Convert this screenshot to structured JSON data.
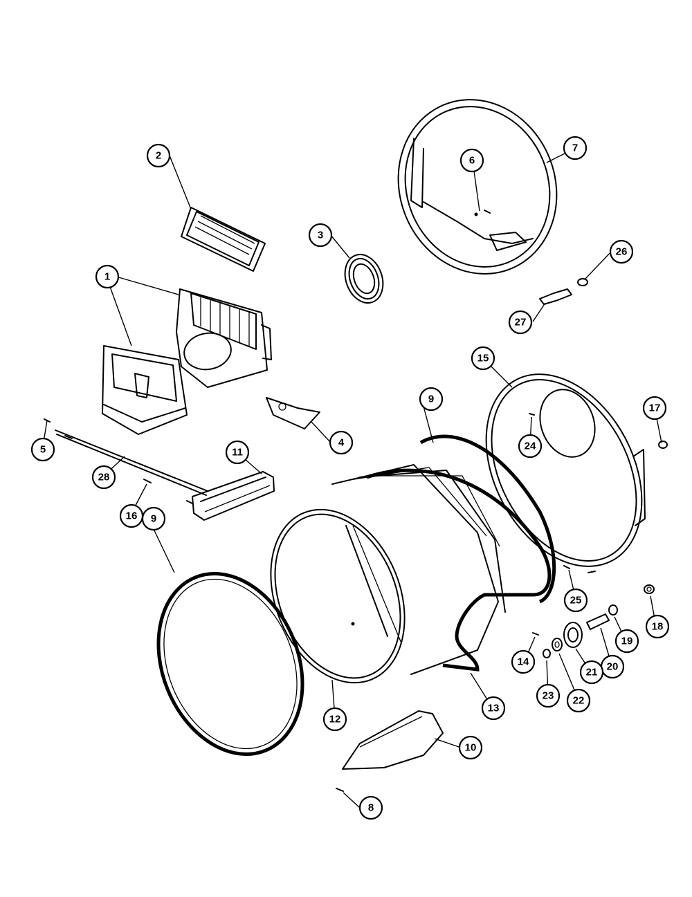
{
  "callouts": [
    {
      "id": "c1",
      "label": "1"
    },
    {
      "id": "c2",
      "label": "2"
    },
    {
      "id": "c3",
      "label": "3"
    },
    {
      "id": "c4",
      "label": "4"
    },
    {
      "id": "c5",
      "label": "5"
    },
    {
      "id": "c6",
      "label": "6"
    },
    {
      "id": "c7",
      "label": "7"
    },
    {
      "id": "c8",
      "label": "8"
    },
    {
      "id": "c9a",
      "label": "9"
    },
    {
      "id": "c9b",
      "label": "9"
    },
    {
      "id": "c10",
      "label": "10"
    },
    {
      "id": "c11",
      "label": "11"
    },
    {
      "id": "c12",
      "label": "12"
    },
    {
      "id": "c13",
      "label": "13"
    },
    {
      "id": "c14",
      "label": "14"
    },
    {
      "id": "c15",
      "label": "15"
    },
    {
      "id": "c16",
      "label": "16"
    },
    {
      "id": "c17",
      "label": "17"
    },
    {
      "id": "c18",
      "label": "18"
    },
    {
      "id": "c19",
      "label": "19"
    },
    {
      "id": "c20",
      "label": "20"
    },
    {
      "id": "c21",
      "label": "21"
    },
    {
      "id": "c22",
      "label": "22"
    },
    {
      "id": "c23",
      "label": "23"
    },
    {
      "id": "c24",
      "label": "24"
    },
    {
      "id": "c25",
      "label": "25"
    },
    {
      "id": "c26",
      "label": "26"
    },
    {
      "id": "c27",
      "label": "27"
    },
    {
      "id": "c28",
      "label": "28"
    }
  ]
}
